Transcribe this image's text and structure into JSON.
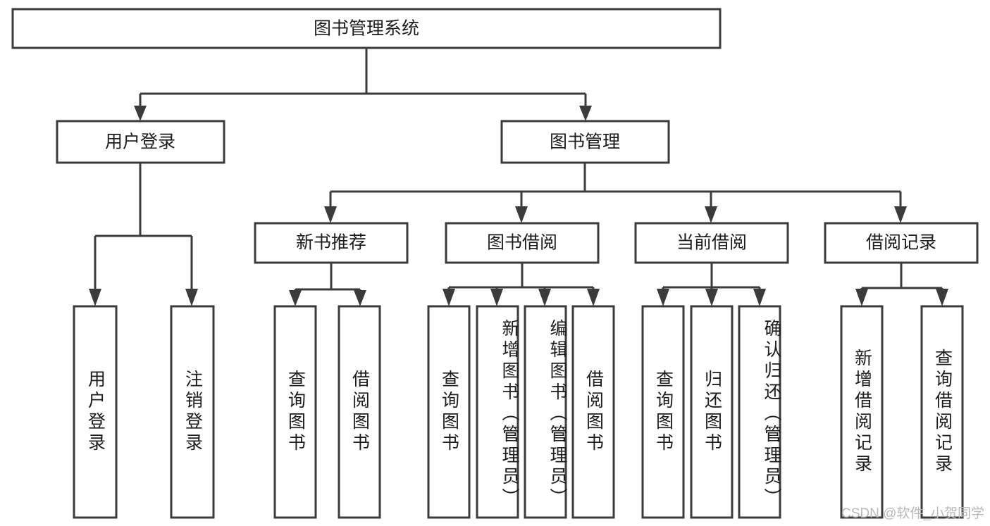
{
  "diagram": {
    "title_text": "图书管理系统",
    "type": "tree-hierarchy-diagram",
    "box_fill": "#ffffff",
    "box_stroke": "#3b3b3b",
    "text_color": "#1c1c1c",
    "background": "#ffffff"
  },
  "root": {
    "label": "图书管理系统"
  },
  "level2": [
    {
      "label": "用户登录"
    },
    {
      "label": "图书管理"
    }
  ],
  "level3": [
    {
      "label": "新书推荐"
    },
    {
      "label": "图书借阅"
    },
    {
      "label": "当前借阅"
    },
    {
      "label": "借阅记录"
    }
  ],
  "leaves": {
    "user_login": [
      {
        "label": "用户登录"
      },
      {
        "label": "注销登录"
      }
    ],
    "new_book_recommend": [
      {
        "label": "查询图书"
      },
      {
        "label": "借阅图书"
      }
    ],
    "book_borrow": [
      {
        "label": "查询图书"
      },
      {
        "label": "新增图书（管理员）"
      },
      {
        "label": "编辑图书（管理员）"
      },
      {
        "label": "借阅图书"
      }
    ],
    "current_borrow": [
      {
        "label": "查询图书"
      },
      {
        "label": "归还图书"
      },
      {
        "label": "确认归还（管理员）"
      }
    ],
    "borrow_record": [
      {
        "label": "新增借阅记录"
      },
      {
        "label": "查询借阅记录"
      }
    ]
  },
  "watermark": {
    "text": "CSDN @软件_小贺同学"
  }
}
